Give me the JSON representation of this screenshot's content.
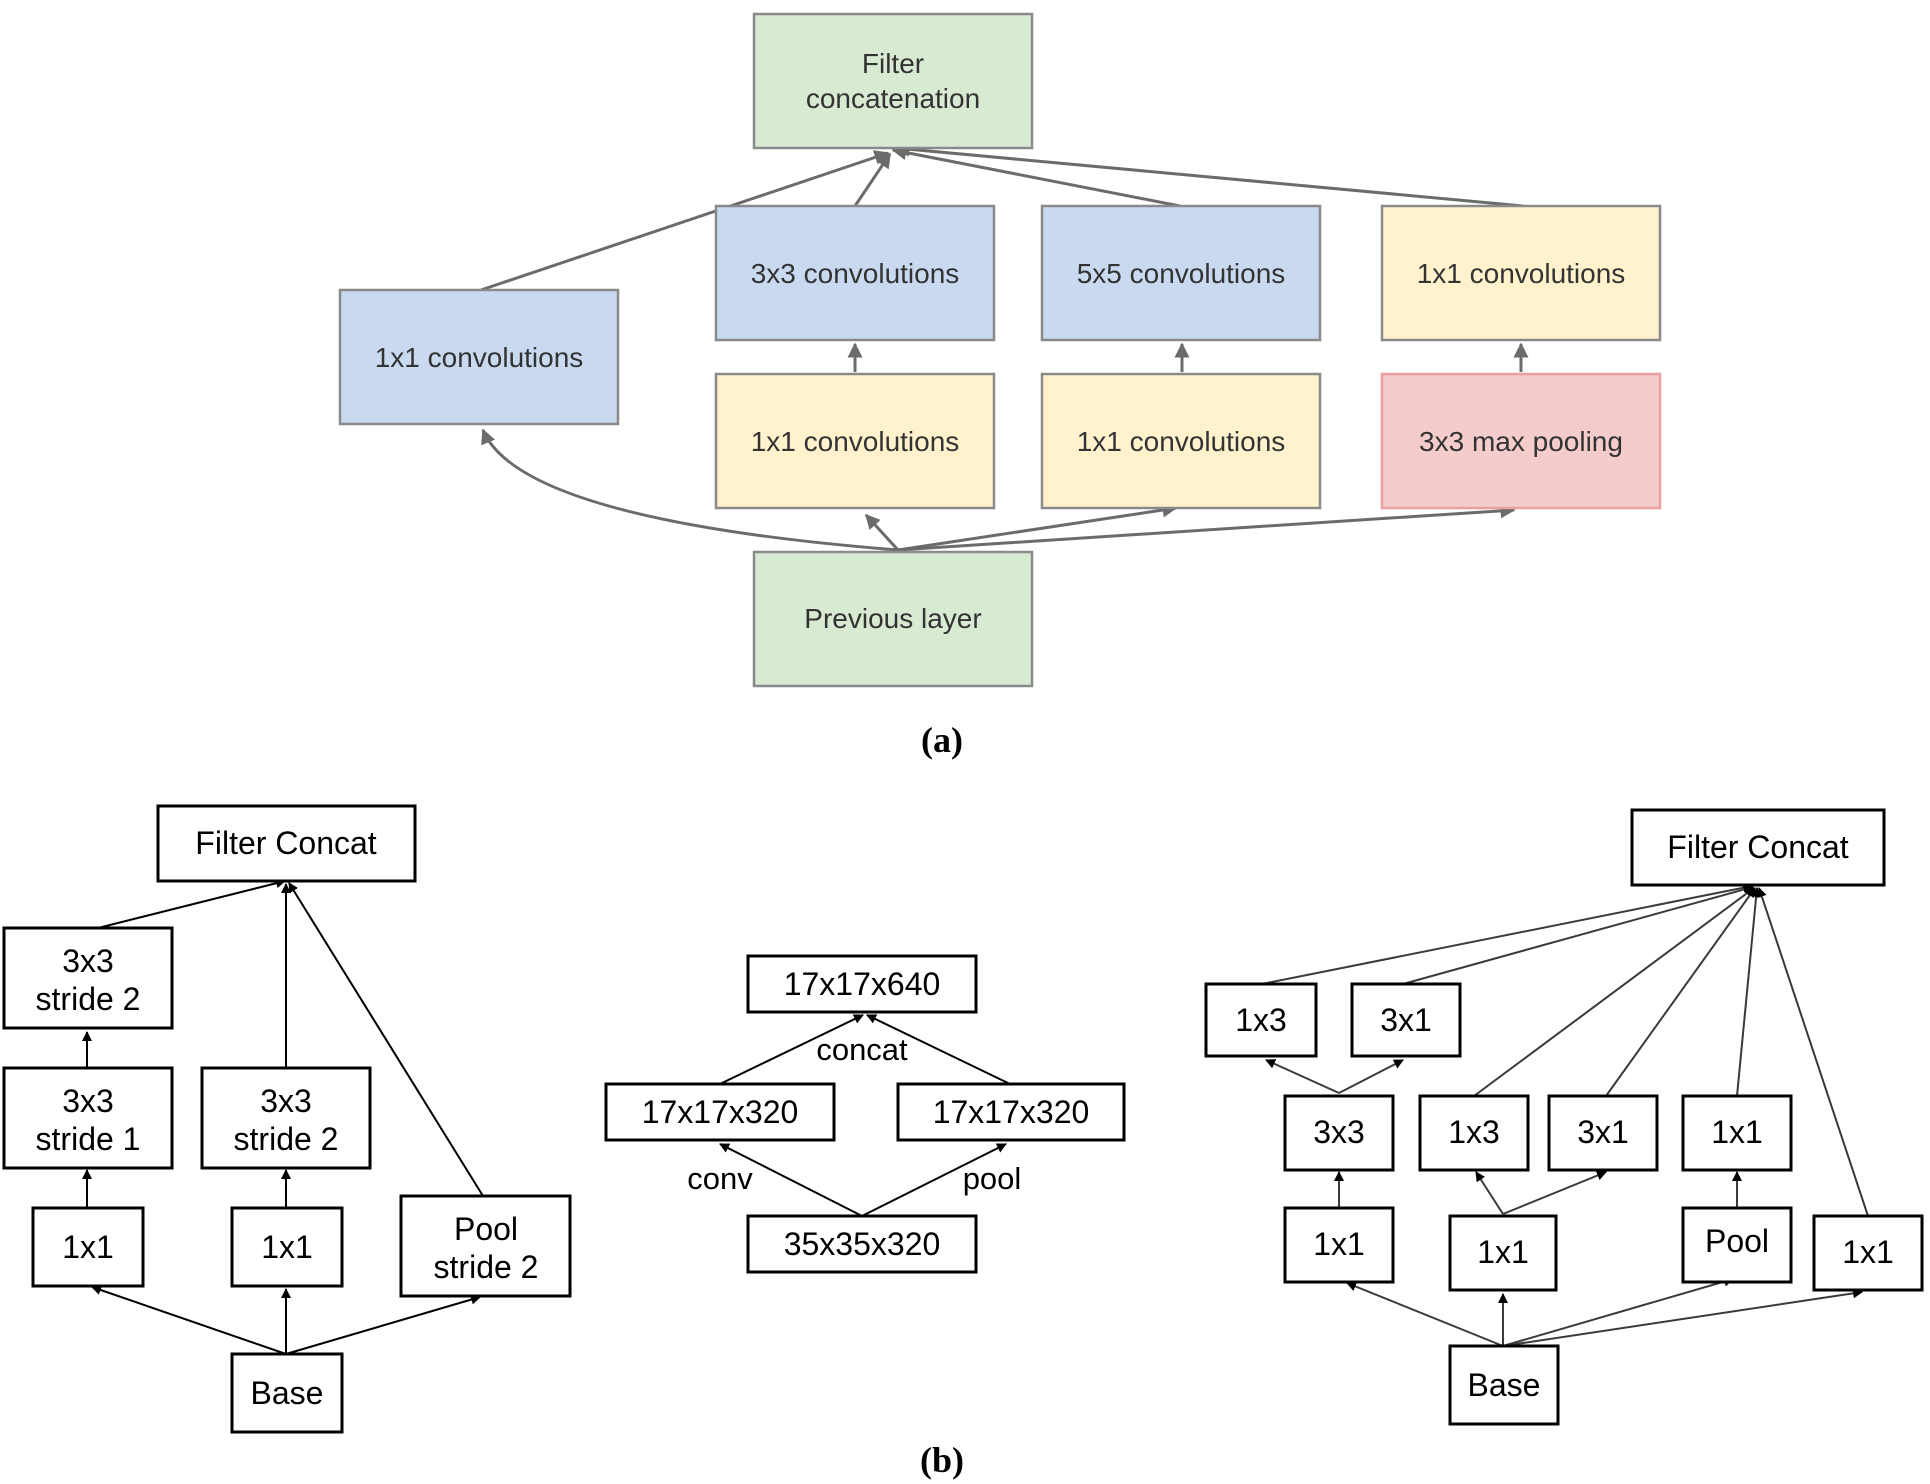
{
  "figure_a": {
    "caption": "(a)",
    "nodes": {
      "filter_concat": [
        "Filter",
        "concatenation"
      ],
      "conv1x1_left": "1x1 convolutions",
      "conv3x3": "3x3 convolutions",
      "conv5x5": "5x5 convolutions",
      "conv1x1_right": "1x1 convolutions",
      "conv1x1_mid1": "1x1 convolutions",
      "conv1x1_mid2": "1x1 convolutions",
      "maxpool": "3x3 max pooling",
      "previous_layer": "Previous layer"
    },
    "colors": {
      "green_fill": "#d9ead3",
      "green_stroke": "#8a8a8a",
      "blue_fill": "#c9daf0",
      "blue_stroke": "#8a8a8a",
      "yellow_fill": "#fff2cc",
      "yellow_stroke": "#8a8a8a",
      "red_fill": "#f4cccc",
      "red_stroke": "#e8a0a0"
    }
  },
  "figure_b": {
    "caption": "(b)",
    "left": {
      "filter_concat": "Filter Concat",
      "top_3x3": [
        "3x3",
        "stride 2"
      ],
      "mid_3x3_s1": [
        "3x3",
        "stride 1"
      ],
      "mid_3x3_s2": [
        "3x3",
        "stride 2"
      ],
      "bot_1x1_a": "1x1",
      "bot_1x1_b": "1x1",
      "pool": [
        "Pool",
        "stride 2"
      ],
      "base": "Base"
    },
    "middle": {
      "top": "17x17x640",
      "concat_label": "concat",
      "left": "17x17x320",
      "right": "17x17x320",
      "conv_label": "conv",
      "pool_label": "pool",
      "bottom": "35x35x320"
    },
    "right": {
      "filter_concat": "Filter Concat",
      "r1x3_top": "1x3",
      "r3x1_top": "3x1",
      "r3x3": "3x3",
      "r1x3": "1x3",
      "r3x1": "3x1",
      "r1x1_upper": "1x1",
      "r1x1_a": "1x1",
      "r1x1_b": "1x1",
      "pool": "Pool",
      "r1x1_c": "1x1",
      "base": "Base"
    }
  }
}
